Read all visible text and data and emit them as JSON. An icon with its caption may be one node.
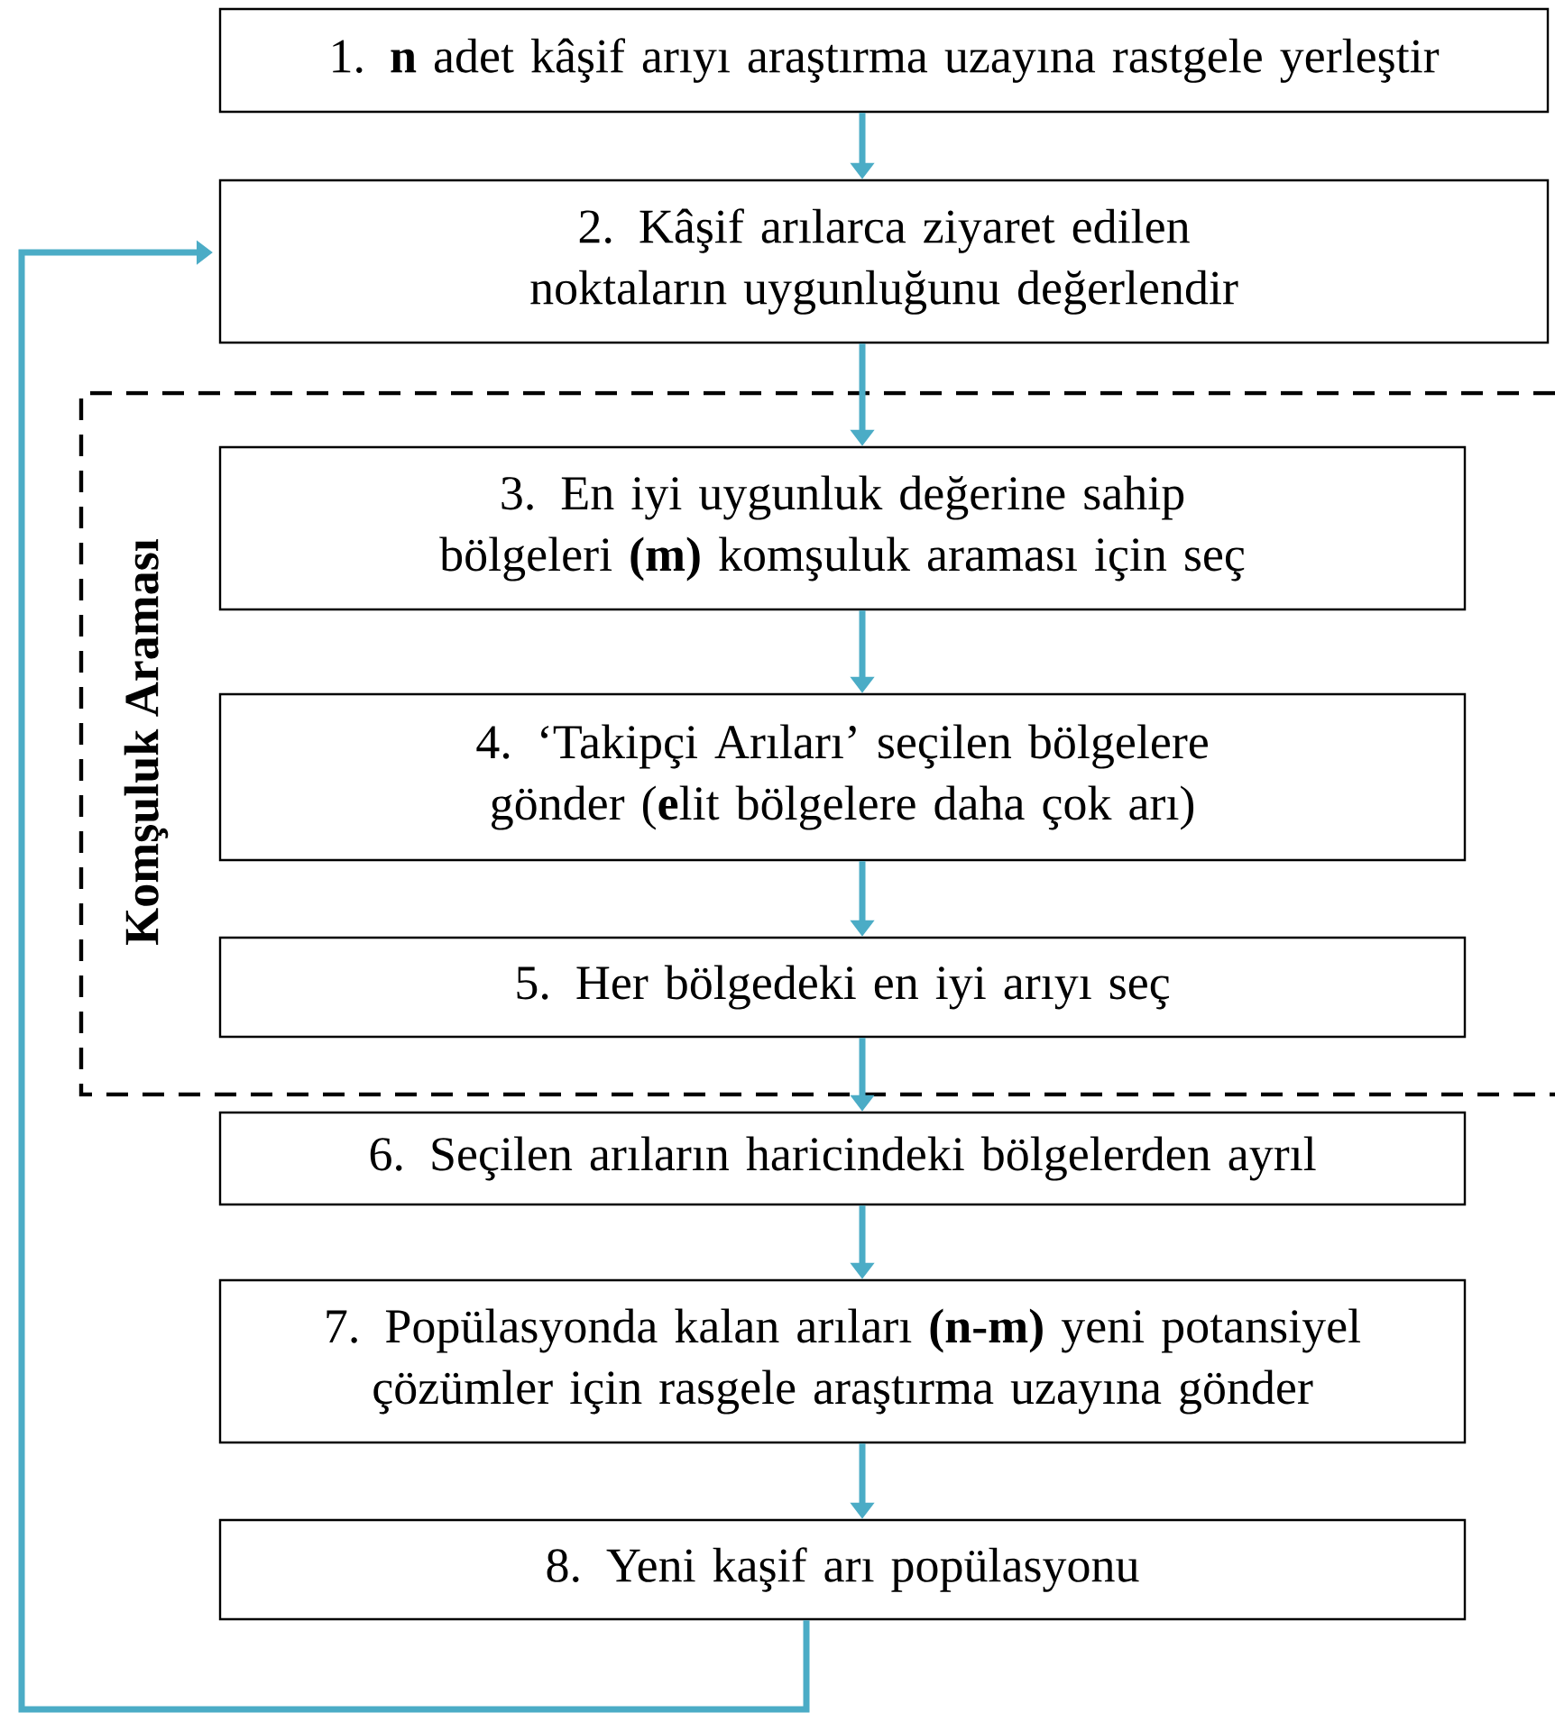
{
  "diagram": {
    "nodes": [
      {
        "text": [
          "1. **n** adet kâşif arıyı araştırma uzayına rastgele yerleştir"
        ]
      },
      {
        "text": [
          "2. Kâşif arılarca ziyaret edilen noktaların uygunluğunu değerlendir"
        ]
      },
      {
        "text": [
          "Komşuluk Araması"
        ]
      },
      {
        "text": [
          "3. En iyi uygunluk değerine sahip bölgeleri **(m)** komşuluk araması için seç"
        ],
        "in": 2
      },
      {
        "text": [
          "4. ‘Takipçi Arıları’ seçilen bölgelere gönder (**e**lit bölgelere daha çok arı)"
        ],
        "in": 2
      },
      {
        "text": [
          "5. Her bölgedeki en iyi arıyı seç"
        ],
        "in": 2
      },
      {
        "text": [
          "6. Seçilen arıların haricindeki bölgelerden ayrıl"
        ]
      },
      {
        "text": [
          "7. Popülasyonda kalan arıları **(n-m)** yeni potansiyel çözümler için rasgele araştırma uzayına gönder"
        ]
      },
      {
        "text": [
          "8. Yeni kaşif arı popülasyonu"
        ]
      }
    ],
    "edges": [
      {
        "from": 0,
        "to": 1,
        "arrow": "to"
      },
      {
        "from": 1,
        "to": 3,
        "arrow": "to"
      },
      {
        "from": 3,
        "to": 4,
        "arrow": "to"
      },
      {
        "from": 4,
        "to": 5,
        "arrow": "to"
      },
      {
        "from": 5,
        "to": 6,
        "arrow": "to"
      },
      {
        "from": 6,
        "to": 7,
        "arrow": "to"
      },
      {
        "from": 7,
        "to": 8,
        "arrow": "to"
      },
      {
        "from": 8,
        "to": 1,
        "arrow": "to"
      }
    ]
  }
}
